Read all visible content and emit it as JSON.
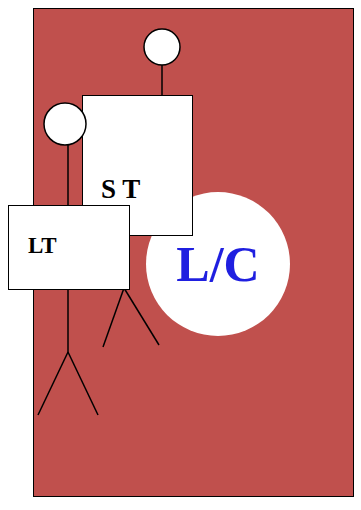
{
  "diagram": {
    "nodes": [
      {
        "text": [
          "S T"
        ]
      },
      {
        "text": [
          "LT"
        ]
      },
      {
        "text": [
          "L/C"
        ]
      }
    ]
  }
}
